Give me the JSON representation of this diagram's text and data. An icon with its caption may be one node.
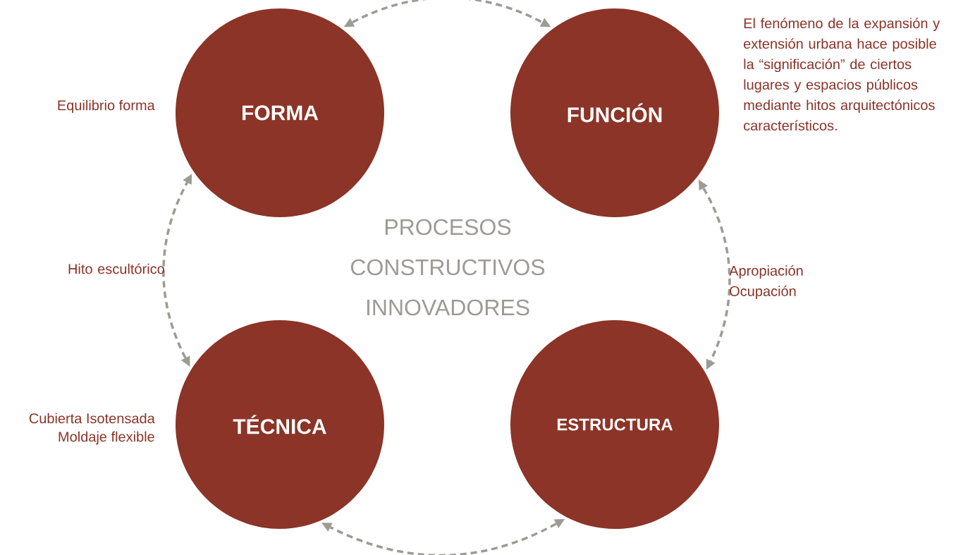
{
  "diagram": {
    "nodes": [
      {
        "text": [
          "FORMA"
        ],
        "beside": [
          "Equilibrio forma"
        ]
      },
      {
        "text": [
          "FUNCIÓN"
        ],
        "beside": [
          "El fenómeno de la expansión y extensión urbana hace posible la “significación” de ciertos lugares y espacios públicos mediante hitos arquitectónicos característicos."
        ]
      },
      {
        "text": [
          "TÉCNICA"
        ],
        "beside": [
          "Cubierta Isotensada",
          "Moldaje flexible"
        ]
      },
      {
        "text": [
          "ESTRUCTURA"
        ]
      }
    ],
    "edges": [
      {
        "from": 0,
        "to": 1,
        "arrow": "both",
        "style": "dashed"
      },
      {
        "from": 1,
        "to": 3,
        "arrow": "both",
        "style": "dashed",
        "label": "Apropiación Ocupación"
      },
      {
        "from": 3,
        "to": 2,
        "arrow": "both",
        "style": "dashed"
      },
      {
        "from": 2,
        "to": 0,
        "arrow": "both",
        "style": "dashed",
        "label": "Hito escultórico"
      }
    ],
    "labels": [
      "PROCESOS CONSTRUCTIVOS INNOVADORES"
    ]
  }
}
